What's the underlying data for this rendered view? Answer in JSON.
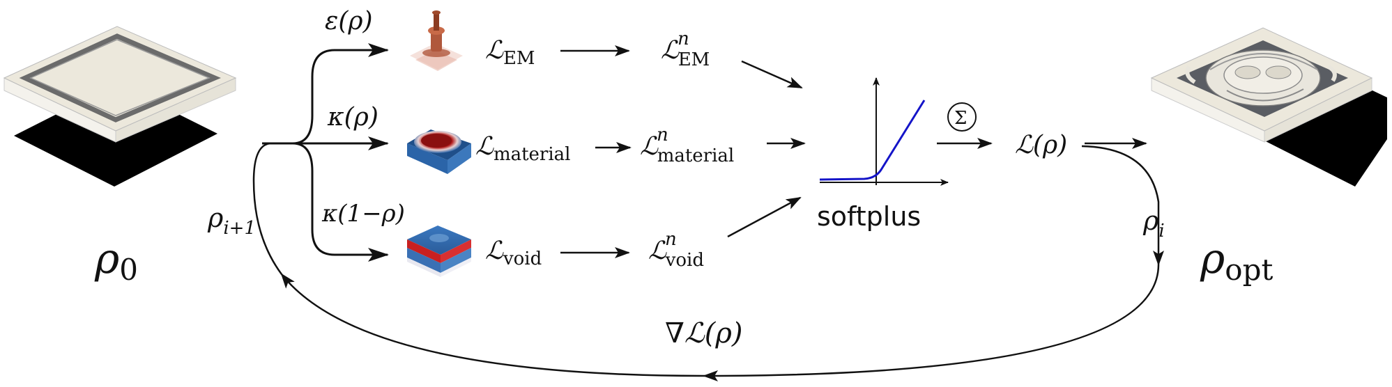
{
  "labels": {
    "rho0_base": "ρ",
    "rho0_sub": "0",
    "rhoopt_base": "ρ",
    "rhoopt_sub": "opt",
    "rho_i1_base": "ρ",
    "rho_i1_sub": "i+1",
    "rho_i_base": "ρ",
    "rho_i_sub": "i",
    "eps_rho": "ε(ρ)",
    "kappa_rho": "κ(ρ)",
    "kappa_one_minus": "κ(1−ρ)",
    "L_script": "ℒ",
    "sub_EM": "EM",
    "sub_material": "material",
    "sub_void": "void",
    "sup_n": "n",
    "softplus": "softplus",
    "sigma": "Σ",
    "L_rho": "ℒ(ρ)",
    "grad_L": "∇ℒ(ρ)"
  },
  "colors": {
    "ink": "#111111",
    "softplus_line": "#1414c8",
    "plate_top": "#ece8dc",
    "plate_shadow": "#000000",
    "plate_side": "#ffffff",
    "plate_border": "#6b6b6b",
    "em_copper": "#b0583c",
    "field_blue": "#2b64a8",
    "field_red": "#b01818"
  },
  "icons": {
    "initial_density": "plate-icon",
    "optimized_density": "optimized-plate-icon",
    "em_field": "antenna-field-icon",
    "material_field": "material-field-icon",
    "void_field": "void-field-icon"
  }
}
